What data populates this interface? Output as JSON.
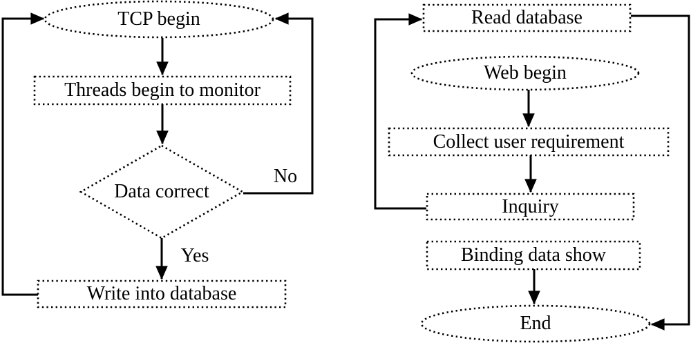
{
  "figure": {
    "type": "flowchart",
    "background": "#ffffff",
    "ink": "#000000",
    "outline_style": "dotted",
    "connector_style": "solid"
  },
  "left_flow": {
    "nodes": [
      {
        "id": "tcp_begin",
        "shape": "terminator-ellipse",
        "label": "TCP begin"
      },
      {
        "id": "threads_monitor",
        "shape": "process-rect",
        "label": "Threads begin to monitor"
      },
      {
        "id": "data_correct",
        "shape": "decision-diamond",
        "label": "Data correct"
      },
      {
        "id": "write_database",
        "shape": "process-rect",
        "label": "Write into database"
      }
    ],
    "edge_labels": {
      "no": "No",
      "yes": "Yes"
    },
    "edges": [
      {
        "from": "tcp_begin",
        "to": "threads_monitor",
        "label": ""
      },
      {
        "from": "threads_monitor",
        "to": "data_correct",
        "label": ""
      },
      {
        "from": "data_correct",
        "to": "write_database",
        "label": "Yes"
      },
      {
        "from": "data_correct",
        "to": "tcp_begin",
        "label": "No"
      },
      {
        "from": "write_database",
        "to": "tcp_begin",
        "label": ""
      }
    ]
  },
  "right_flow": {
    "nodes": [
      {
        "id": "read_database",
        "shape": "process-rect",
        "label": "Read database"
      },
      {
        "id": "web_begin",
        "shape": "terminator-ellipse",
        "label": "Web begin"
      },
      {
        "id": "collect_user_requirement",
        "shape": "process-rect",
        "label": "Collect user requirement"
      },
      {
        "id": "inquiry",
        "shape": "process-rect",
        "label": "Inquiry"
      },
      {
        "id": "binding_data_show",
        "shape": "process-rect",
        "label": "Binding data show"
      },
      {
        "id": "end",
        "shape": "terminator-ellipse",
        "label": "End"
      }
    ],
    "edges": [
      {
        "from": "web_begin",
        "to": "collect_user_requirement",
        "label": ""
      },
      {
        "from": "collect_user_requirement",
        "to": "inquiry",
        "label": ""
      },
      {
        "from": "inquiry",
        "to": "read_database",
        "label": ""
      },
      {
        "from": "read_database",
        "to": "end",
        "label": ""
      },
      {
        "from": "binding_data_show",
        "to": "end",
        "label": ""
      }
    ]
  }
}
